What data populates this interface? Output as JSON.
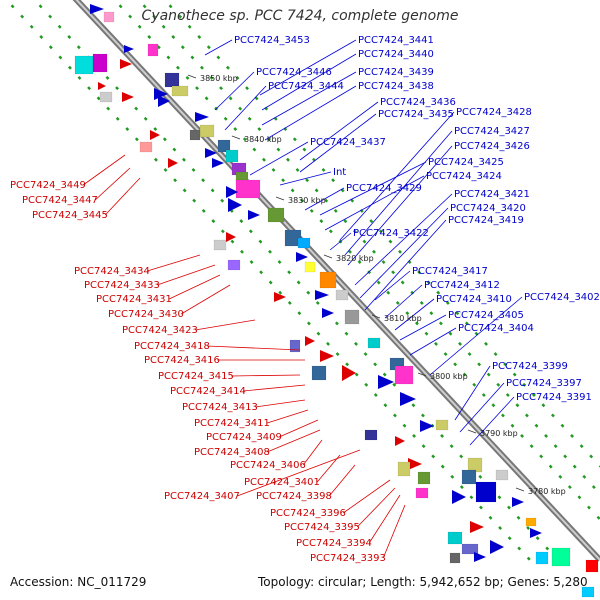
{
  "title": "Cyanothece sp. PCC 7424, complete genome",
  "footer": {
    "accession": "Accession: NC_011729",
    "topology": "Topology: circular;",
    "length": "Length: 5,942,652 bp;",
    "genes": "Genes: 5,280"
  },
  "colors": {
    "forward": "#0000cc",
    "reverse": "#dd0000",
    "backbone": "#999999",
    "dots": "#229922"
  },
  "kbp_ticks": [
    "3850 kbp",
    "3840 kbp",
    "3830 kbp",
    "3820 kbp",
    "3810 kbp",
    "3800 kbp",
    "3790 kbp",
    "3780 kbp"
  ],
  "forward_labels": [
    "PCC7424_3453",
    "PCC7424_3441",
    "PCC7424_3440",
    "PCC7424_3446",
    "PCC7424_3439",
    "PCC7424_3444",
    "PCC7424_3438",
    "PCC7424_3436",
    "PCC7424_3435",
    "PCC7424_3428",
    "PCC7424_3427",
    "PCC7424_3437",
    "PCC7424_3426",
    "Int",
    "PCC7424_3425",
    "PCC7424_3424",
    "PCC7424_3429",
    "PCC7424_3421",
    "PCC7424_3420",
    "PCC7424_3419",
    "PCC7424_3422",
    "PCC7424_3417",
    "PCC7424_3412",
    "PCC7424_3410",
    "PCC7424_3402",
    "PCC7424_3405",
    "PCC7424_3404",
    "PCC7424_3399",
    "PCC7424_3397",
    "PCC7424_3391"
  ],
  "reverse_labels": [
    "PCC7424_3449",
    "PCC7424_3447",
    "PCC7424_3445",
    "PCC7424_3434",
    "PCC7424_3433",
    "PCC7424_3431",
    "PCC7424_3430",
    "PCC7424_3423",
    "PCC7424_3418",
    "PCC7424_3416",
    "PCC7424_3415",
    "PCC7424_3414",
    "PCC7424_3413",
    "PCC7424_3411",
    "PCC7424_3409",
    "PCC7424_3408",
    "PCC7424_3406",
    "PCC7424_3401",
    "PCC7424_3407",
    "PCC7424_3398",
    "PCC7424_3396",
    "PCC7424_3395",
    "PCC7424_3394",
    "PCC7424_3393"
  ]
}
